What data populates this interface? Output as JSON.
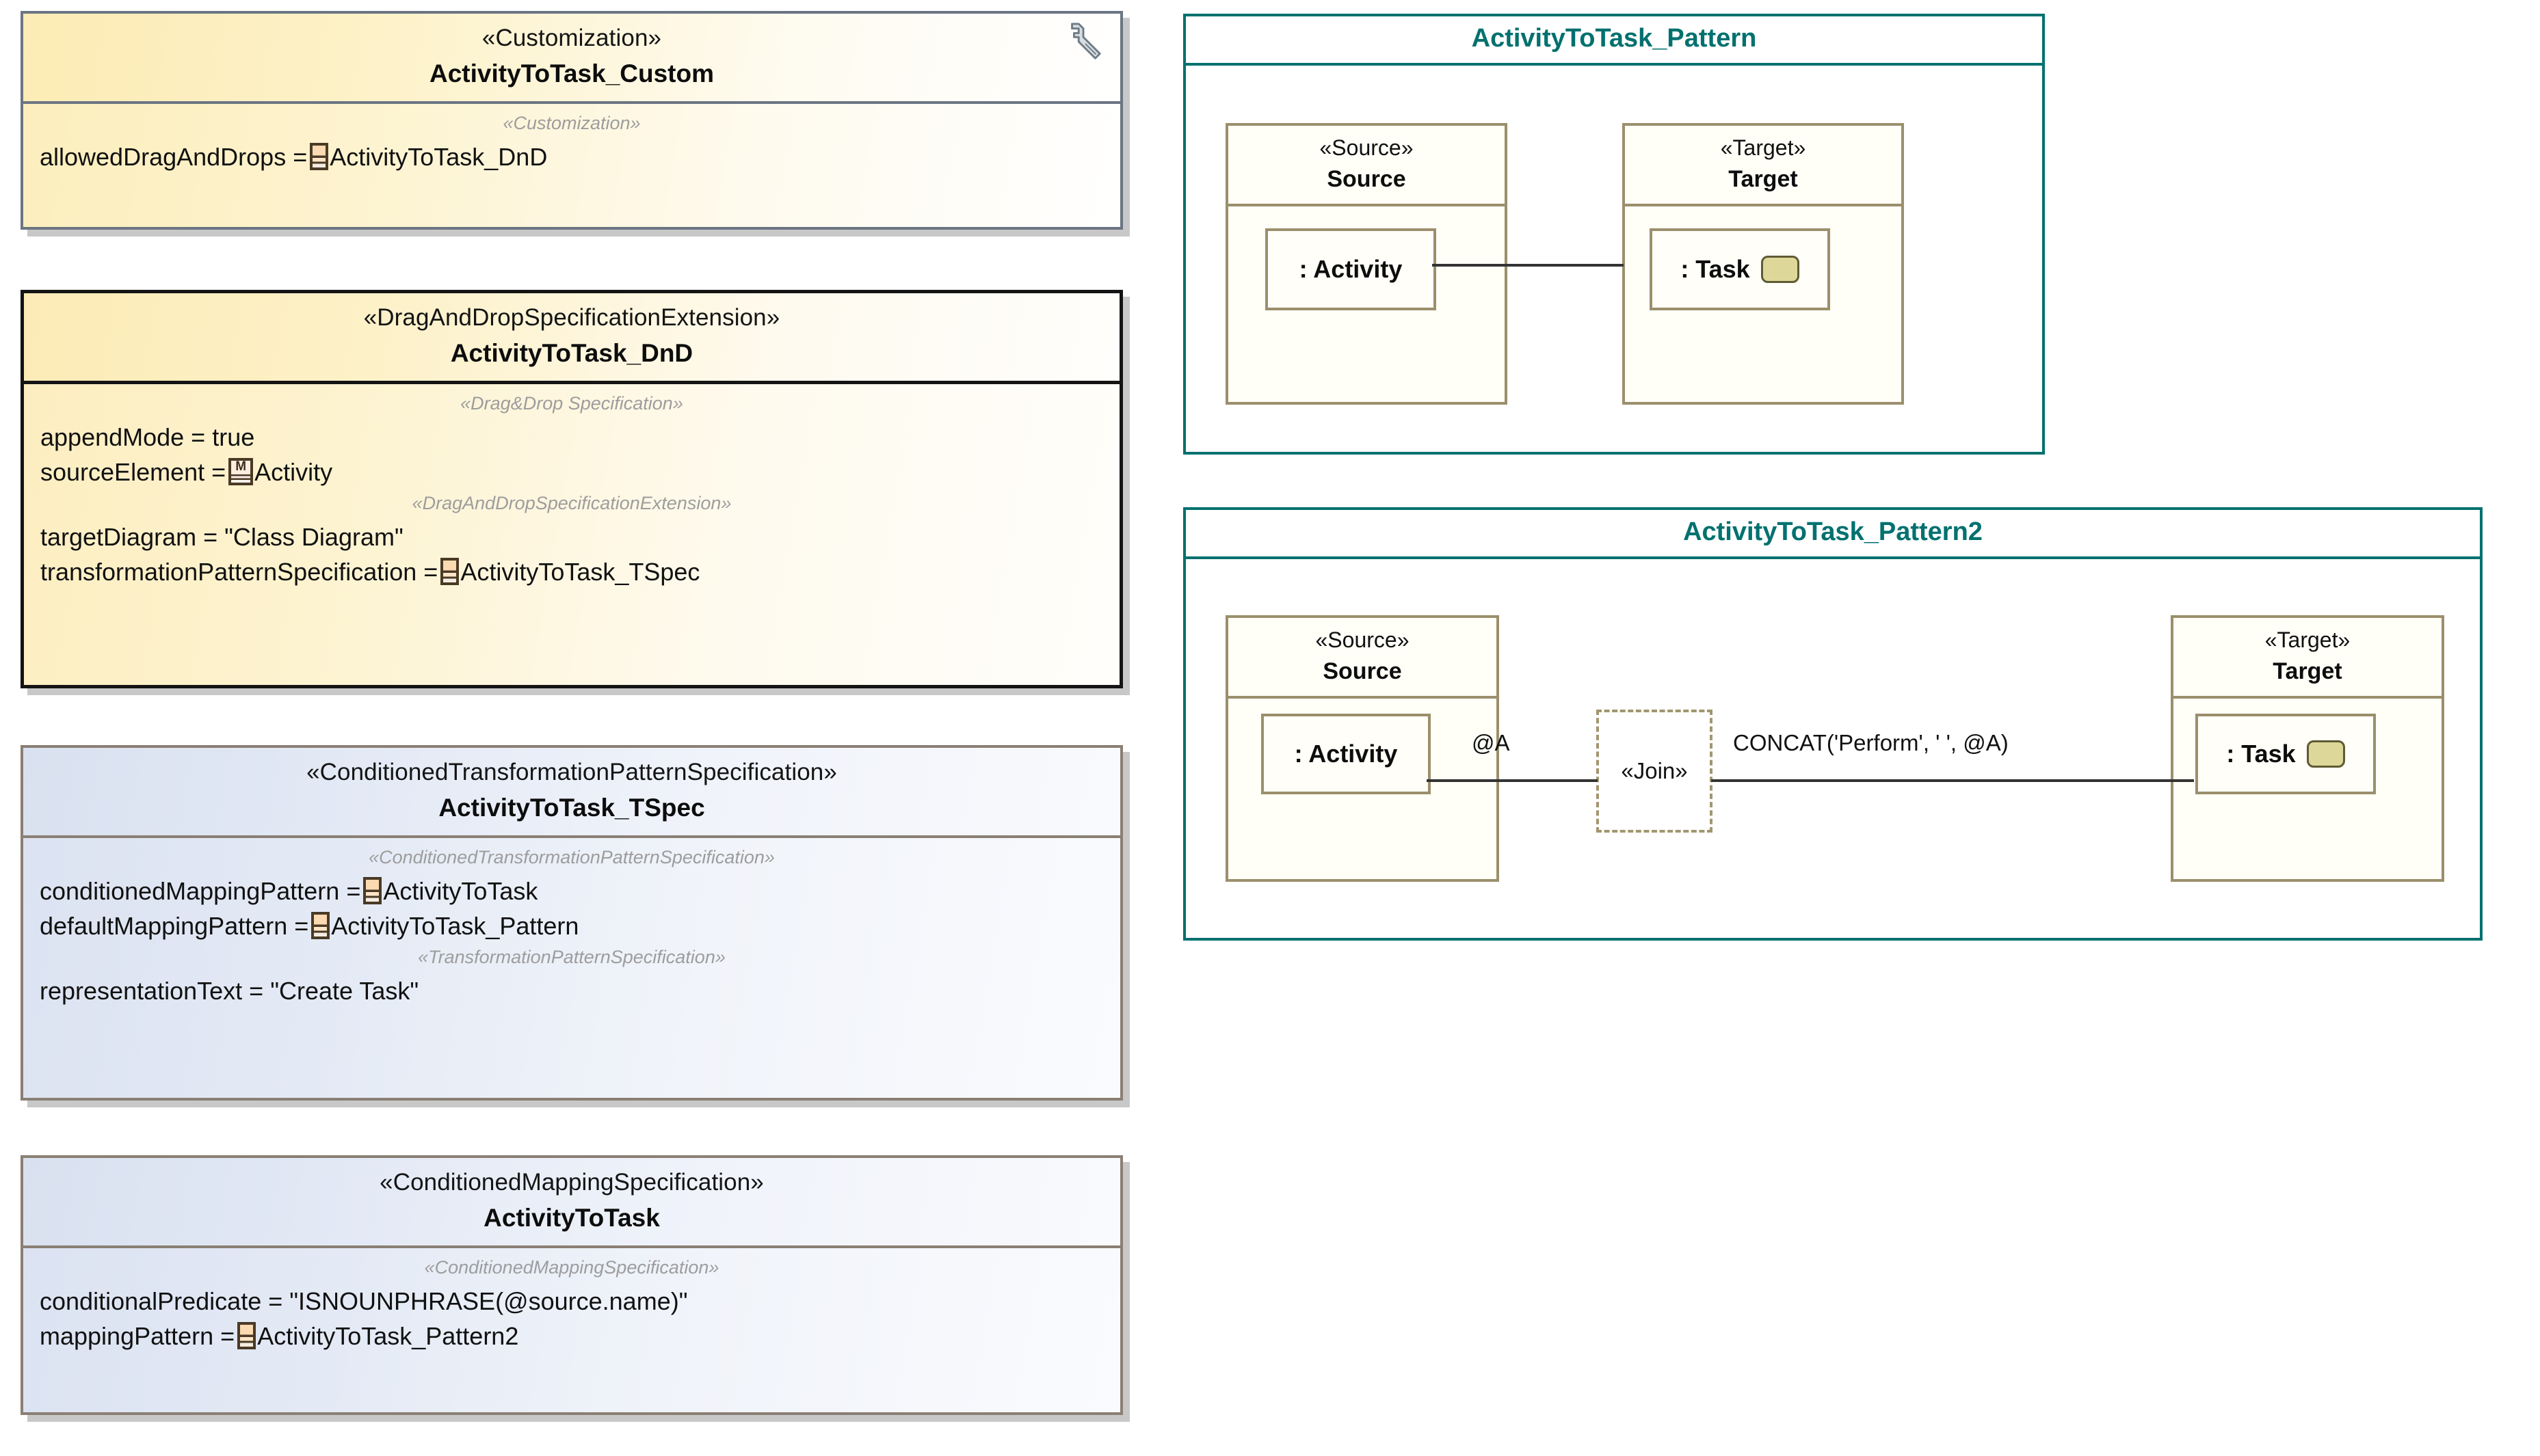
{
  "classifiers": [
    {
      "id": "activity-to-task-custom",
      "stereotype": "«Customization»",
      "name": "ActivityToTask_Custom",
      "icon": "wrench-icon",
      "compartments": [
        {
          "group_label": "«Customization»",
          "slots": [
            {
              "text_before": "allowedDragAndDrops = ",
              "icon": "uml-class-icon",
              "text_after": "ActivityToTask_DnD"
            }
          ]
        }
      ]
    },
    {
      "id": "activity-to-task-dnd",
      "stereotype": "«DragAndDropSpecificationExtension»",
      "name": "ActivityToTask_DnD",
      "compartments": [
        {
          "group_label": "«Drag&Drop Specification»",
          "slots": [
            {
              "text_before": "appendMode = true",
              "icon": null,
              "text_after": ""
            },
            {
              "text_before": "sourceElement = ",
              "icon": "uml-metaclass-icon",
              "text_after": "Activity"
            }
          ]
        },
        {
          "group_label": "«DragAndDropSpecificationExtension»",
          "slots": [
            {
              "text_before": "targetDiagram = \"Class Diagram\"",
              "icon": null,
              "text_after": ""
            },
            {
              "text_before": "transformationPatternSpecification = ",
              "icon": "uml-class-icon",
              "text_after": "ActivityToTask_TSpec"
            }
          ]
        }
      ]
    },
    {
      "id": "activity-to-task-tspec",
      "stereotype": "«ConditionedTransformationPatternSpecification»",
      "name": "ActivityToTask_TSpec",
      "compartments": [
        {
          "group_label": "«ConditionedTransformationPatternSpecification»",
          "slots": [
            {
              "text_before": "conditionedMappingPattern = ",
              "icon": "uml-class-icon",
              "text_after": "ActivityToTask"
            },
            {
              "text_before": "defaultMappingPattern = ",
              "icon": "uml-class-icon",
              "text_after": "ActivityToTask_Pattern"
            }
          ]
        },
        {
          "group_label": "«TransformationPatternSpecification»",
          "slots": [
            {
              "text_before": "representationText = \"Create Task\"",
              "icon": null,
              "text_after": ""
            }
          ]
        }
      ]
    },
    {
      "id": "activity-to-task",
      "stereotype": "«ConditionedMappingSpecification»",
      "name": "ActivityToTask",
      "compartments": [
        {
          "group_label": "«ConditionedMappingSpecification»",
          "slots": [
            {
              "text_before": "conditionalPredicate = \"ISNOUNPHRASE(@source.name)\"",
              "icon": null,
              "text_after": ""
            },
            {
              "text_before": "mappingPattern = ",
              "icon": "uml-class-icon",
              "text_after": "ActivityToTask_Pattern2"
            }
          ]
        }
      ]
    }
  ],
  "patterns": [
    {
      "id": "activity-to-task-pattern",
      "title": "ActivityToTask_Pattern",
      "source": {
        "stereotype": "«Source»",
        "name": "Source",
        "instance": ": Activity",
        "instance_icon": null
      },
      "target": {
        "stereotype": "«Target»",
        "name": "Target",
        "instance": ": Task",
        "instance_icon": "bpmn-task-icon"
      },
      "join": null,
      "edge_labels": []
    },
    {
      "id": "activity-to-task-pattern2",
      "title": "ActivityToTask_Pattern2",
      "source": {
        "stereotype": "«Source»",
        "name": "Source",
        "instance": ": Activity",
        "instance_icon": null
      },
      "target": {
        "stereotype": "«Target»",
        "name": "Target",
        "instance": ": Task",
        "instance_icon": "bpmn-task-icon"
      },
      "join": {
        "stereotype": "«Join»"
      },
      "edge_labels": [
        {
          "text": "@A"
        },
        {
          "text": "CONCAT('Perform', ' ', @A)"
        }
      ]
    }
  ],
  "colors": {
    "teal_accent": "#00716f",
    "yellow_fill": "#fceebc",
    "blue_fill": "#dbe2f1",
    "role_border": "#9b8f6c",
    "task_icon_fill": "#ddd89a",
    "connector": "#333333"
  }
}
